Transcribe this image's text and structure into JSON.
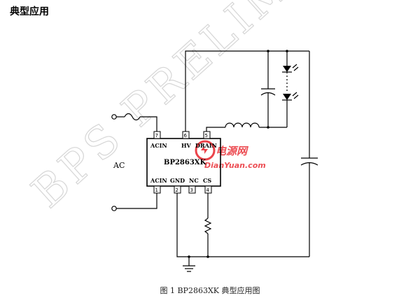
{
  "heading": "典型应用",
  "watermark": "BPS PRELIM",
  "chip": {
    "part": "BP2863XK",
    "pins_top": [
      {
        "label": "ACIN",
        "num": "7"
      },
      {
        "label": "HV",
        "num": "6"
      },
      {
        "label": "DRAIN",
        "num": "5"
      }
    ],
    "pins_bottom": [
      {
        "label": "ACIN",
        "num": "1"
      },
      {
        "label": "GND",
        "num": "2"
      },
      {
        "label": "NC",
        "num": "3"
      },
      {
        "label": "CS",
        "num": "4"
      }
    ]
  },
  "ac_label": "AC",
  "logo": {
    "cn": "电源网",
    "en": "DianYuan.com"
  },
  "caption": "图 1 BP2863XK 典型应用图",
  "colors": {
    "ink": "#000000",
    "watermark": "#d6d6d6",
    "logo": "#e8222a"
  }
}
